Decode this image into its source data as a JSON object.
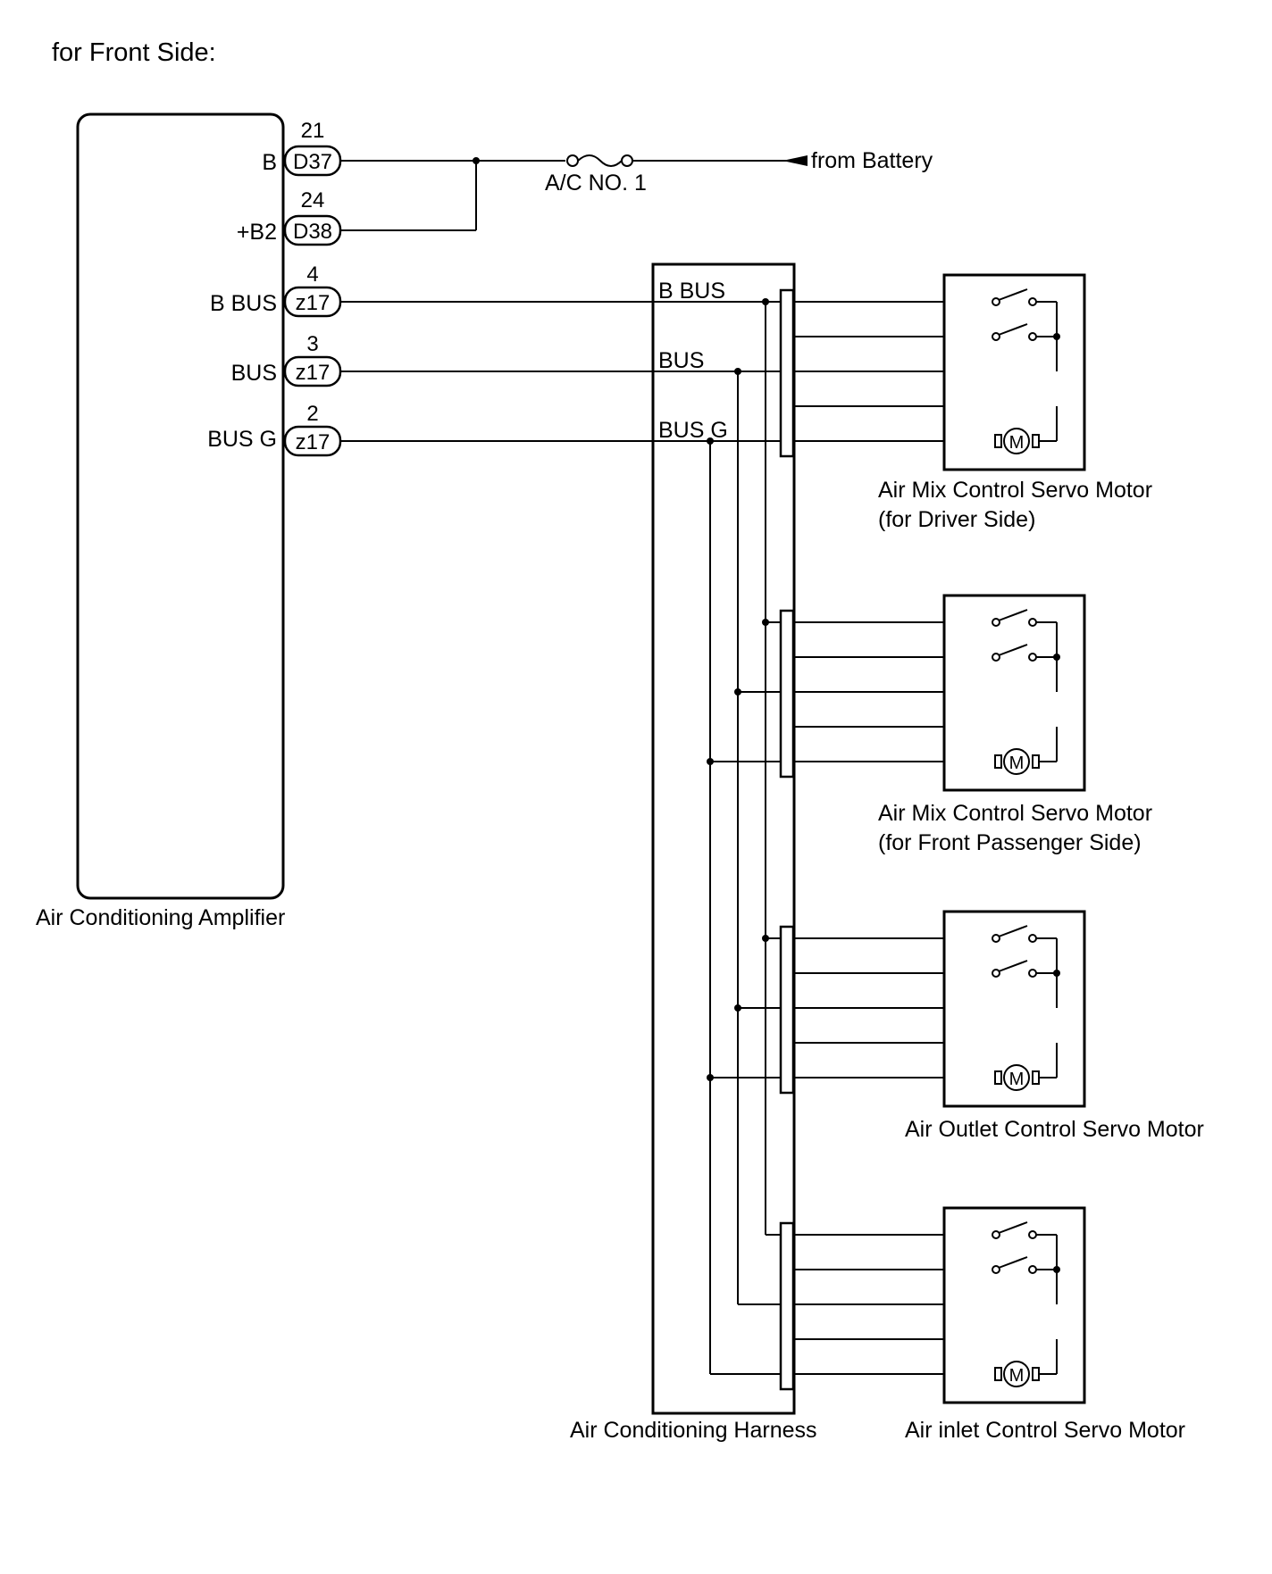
{
  "title": "for Front Side:",
  "amplifier": {
    "label": "Air Conditioning Amplifier",
    "terminals": [
      {
        "name": "B",
        "pin": "21",
        "connector": "D37"
      },
      {
        "name": "+B2",
        "pin": "24",
        "connector": "D38"
      },
      {
        "name": "B BUS",
        "pin": "4",
        "connector": "z17"
      },
      {
        "name": "BUS",
        "pin": "3",
        "connector": "z17"
      },
      {
        "name": "BUS G",
        "pin": "2",
        "connector": "z17"
      }
    ]
  },
  "fuse": {
    "label": "A/C NO. 1"
  },
  "battery": {
    "label": "from Battery"
  },
  "harness": {
    "label": "Air Conditioning Harness",
    "lines": [
      "B BUS",
      "BUS",
      "BUS G"
    ]
  },
  "motors": [
    {
      "line1": "Air Mix Control Servo Motor",
      "line2": "(for Driver Side)"
    },
    {
      "line1": "Air Mix Control Servo Motor",
      "line2": "(for Front Passenger Side)"
    },
    {
      "line1": "Air Outlet Control Servo Motor",
      "line2": ""
    },
    {
      "line1": "Air inlet Control Servo Motor",
      "line2": ""
    }
  ],
  "motor_symbol": "M"
}
